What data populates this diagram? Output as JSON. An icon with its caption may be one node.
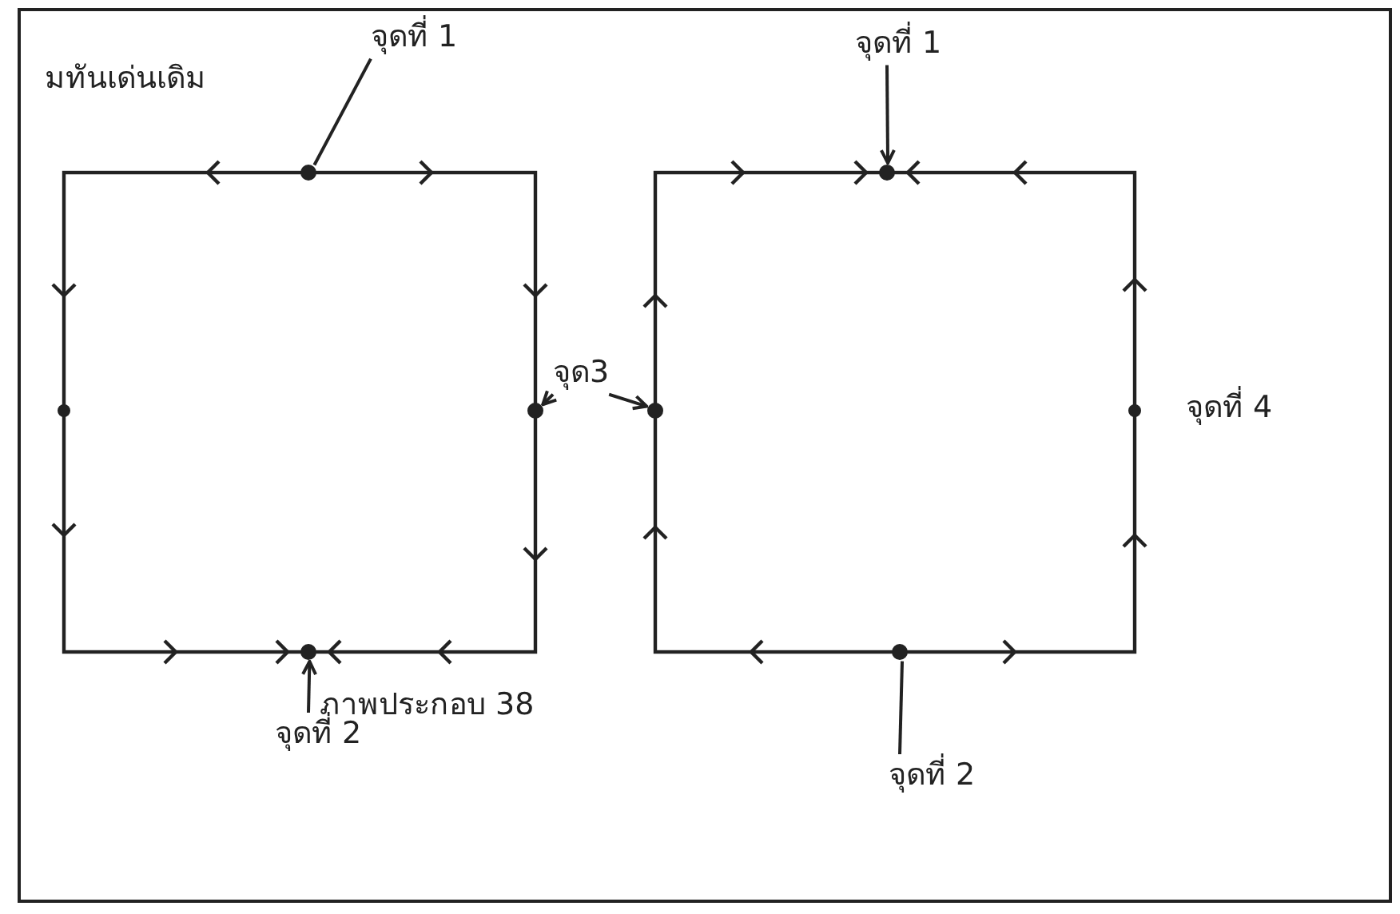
{
  "diagram": {
    "nodes": [
      {
        "text": [
          "จุดที่ 1"
        ]
      },
      {
        "text": [],
        "shape": "circle"
      },
      {
        "text": [
          "จุดที่ 1"
        ]
      },
      {
        "text": [],
        "shape": "circle"
      },
      {
        "text": [
          "จุด3"
        ]
      },
      {
        "text": [],
        "shape": "circle"
      },
      {
        "text": [],
        "shape": "circle"
      },
      {
        "text": [],
        "shape": "circle"
      },
      {
        "text": [
          "จุดที่ 2"
        ]
      },
      {
        "text": [],
        "shape": "circle"
      },
      {
        "text": [
          "จุดที่ 2"
        ]
      }
    ],
    "edges": [
      {
        "from": 0,
        "to": 1,
        "arrow": "none"
      },
      {
        "from": 2,
        "to": 3,
        "arrow": "to"
      },
      {
        "from": 4,
        "to": 5,
        "arrow": "to"
      },
      {
        "from": 4,
        "to": 6,
        "arrow": "to"
      },
      {
        "from": 8,
        "to": 7,
        "arrow": "to"
      },
      {
        "from": 10,
        "to": 9,
        "arrow": "none"
      }
    ],
    "labels": [
      "มทันเด่นเดิม",
      "จุดที่ 4",
      "ภาพประกอบ 38"
    ]
  }
}
